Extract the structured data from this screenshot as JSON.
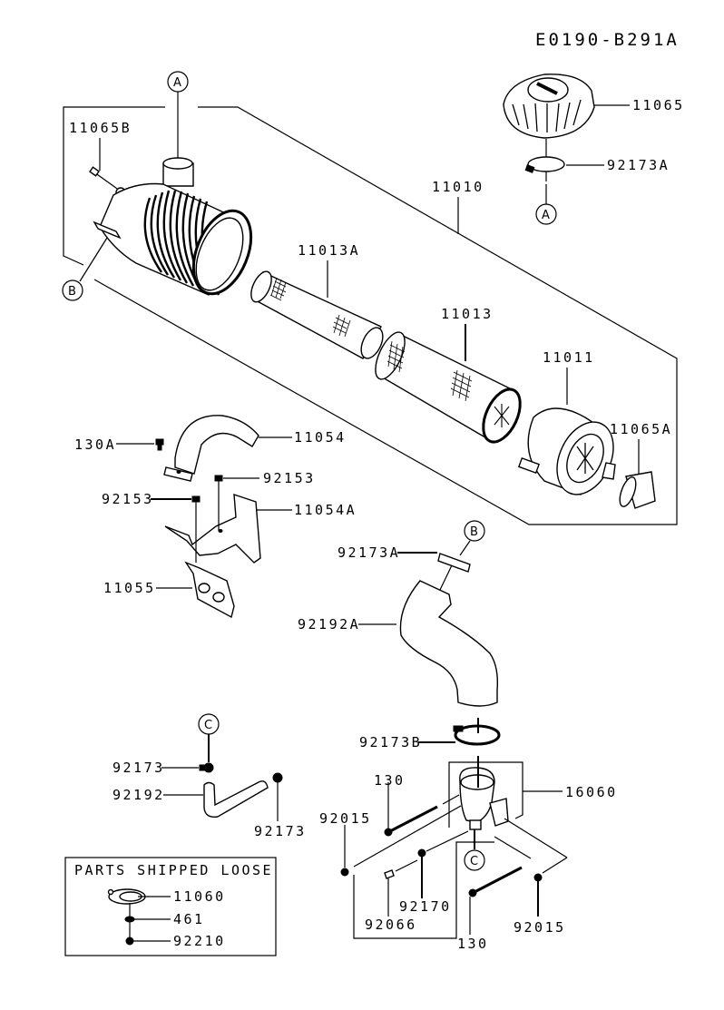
{
  "diagram": {
    "code": "E0190-B291A",
    "type": "exploded parts diagram",
    "callouts": {
      "a": "A",
      "b": "B",
      "c": "C"
    },
    "parts": {
      "p11065B": "11065B",
      "p11065": "11065",
      "p92173A_top": "92173A",
      "p11010": "11010",
      "p11013A": "11013A",
      "p11013": "11013",
      "p11011": "11011",
      "p11065A": "11065A",
      "p130A": "130A",
      "p11054": "11054",
      "p92153_a": "92153",
      "p92153_b": "92153",
      "p11054A": "11054A",
      "p11055": "11055",
      "p92173A_hose": "92173A",
      "p92192A": "92192A",
      "p92173B": "92173B",
      "p16060": "16060",
      "p130_top": "130",
      "p92015_left": "92015",
      "p92170": "92170",
      "p92066": "92066",
      "p130_bottom": "130",
      "p92015_right": "92015",
      "p92173_a": "92173",
      "p92192": "92192",
      "p92173_b": "92173"
    },
    "loose_box": {
      "title": "PARTS SHIPPED LOOSE",
      "items": [
        "11060",
        "461",
        "92210"
      ]
    }
  }
}
